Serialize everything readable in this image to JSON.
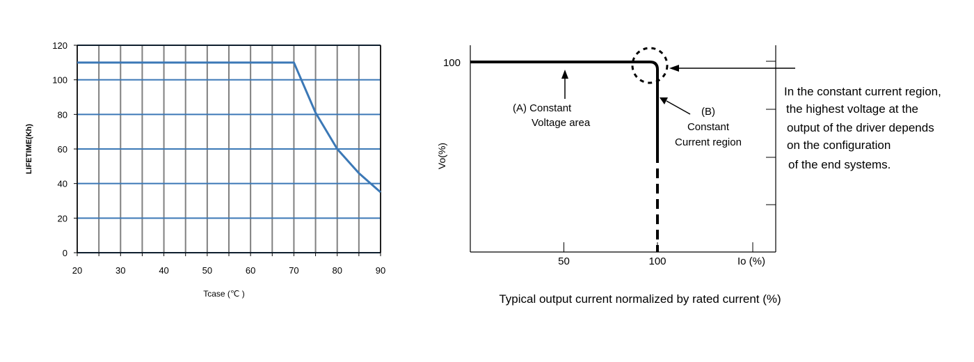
{
  "chart_data": [
    {
      "type": "line",
      "title": "",
      "xlabel": "Tcase (℃ )",
      "ylabel": "LIFETIME(Kh)",
      "xlim": [
        20,
        90
      ],
      "ylim": [
        0,
        120
      ],
      "x_ticks": [
        20,
        30,
        40,
        50,
        60,
        70,
        80,
        90
      ],
      "y_ticks": [
        0,
        20,
        40,
        60,
        80,
        100,
        120
      ],
      "grid": true,
      "line_color": "#3b78b6",
      "series": [
        {
          "x": [
            20,
            70,
            75,
            80,
            85,
            90
          ],
          "y": [
            110,
            110,
            81,
            60,
            46,
            35
          ]
        }
      ]
    },
    {
      "type": "line",
      "title": "",
      "xlabel": "Typical output current normalized by rated current (%)",
      "ylabel": "Vo(%)",
      "x_axis_end_label": "Io (%)",
      "xlim": [
        0,
        125
      ],
      "ylim": [
        0,
        110
      ],
      "x_ticks": [
        50,
        100
      ],
      "y_ticks": [
        100
      ],
      "grid": false,
      "line_color": "#000000",
      "series": [
        {
          "x": [
            0,
            96,
            100,
            100
          ],
          "y": [
            100,
            100,
            96,
            52
          ],
          "style": "solid"
        },
        {
          "x": [
            100,
            100
          ],
          "y": [
            52,
            0
          ],
          "style": "dashed"
        }
      ],
      "annotations": {
        "area_a": [
          "(A)   Constant",
          "Voltage area"
        ],
        "area_b": [
          "(B)",
          "Constant",
          "Current region"
        ],
        "note": [
          "In the constant current region,",
          "the highest voltage at the",
          "output of the driver depends",
          "on the configuration",
          "of the end systems."
        ]
      }
    }
  ]
}
